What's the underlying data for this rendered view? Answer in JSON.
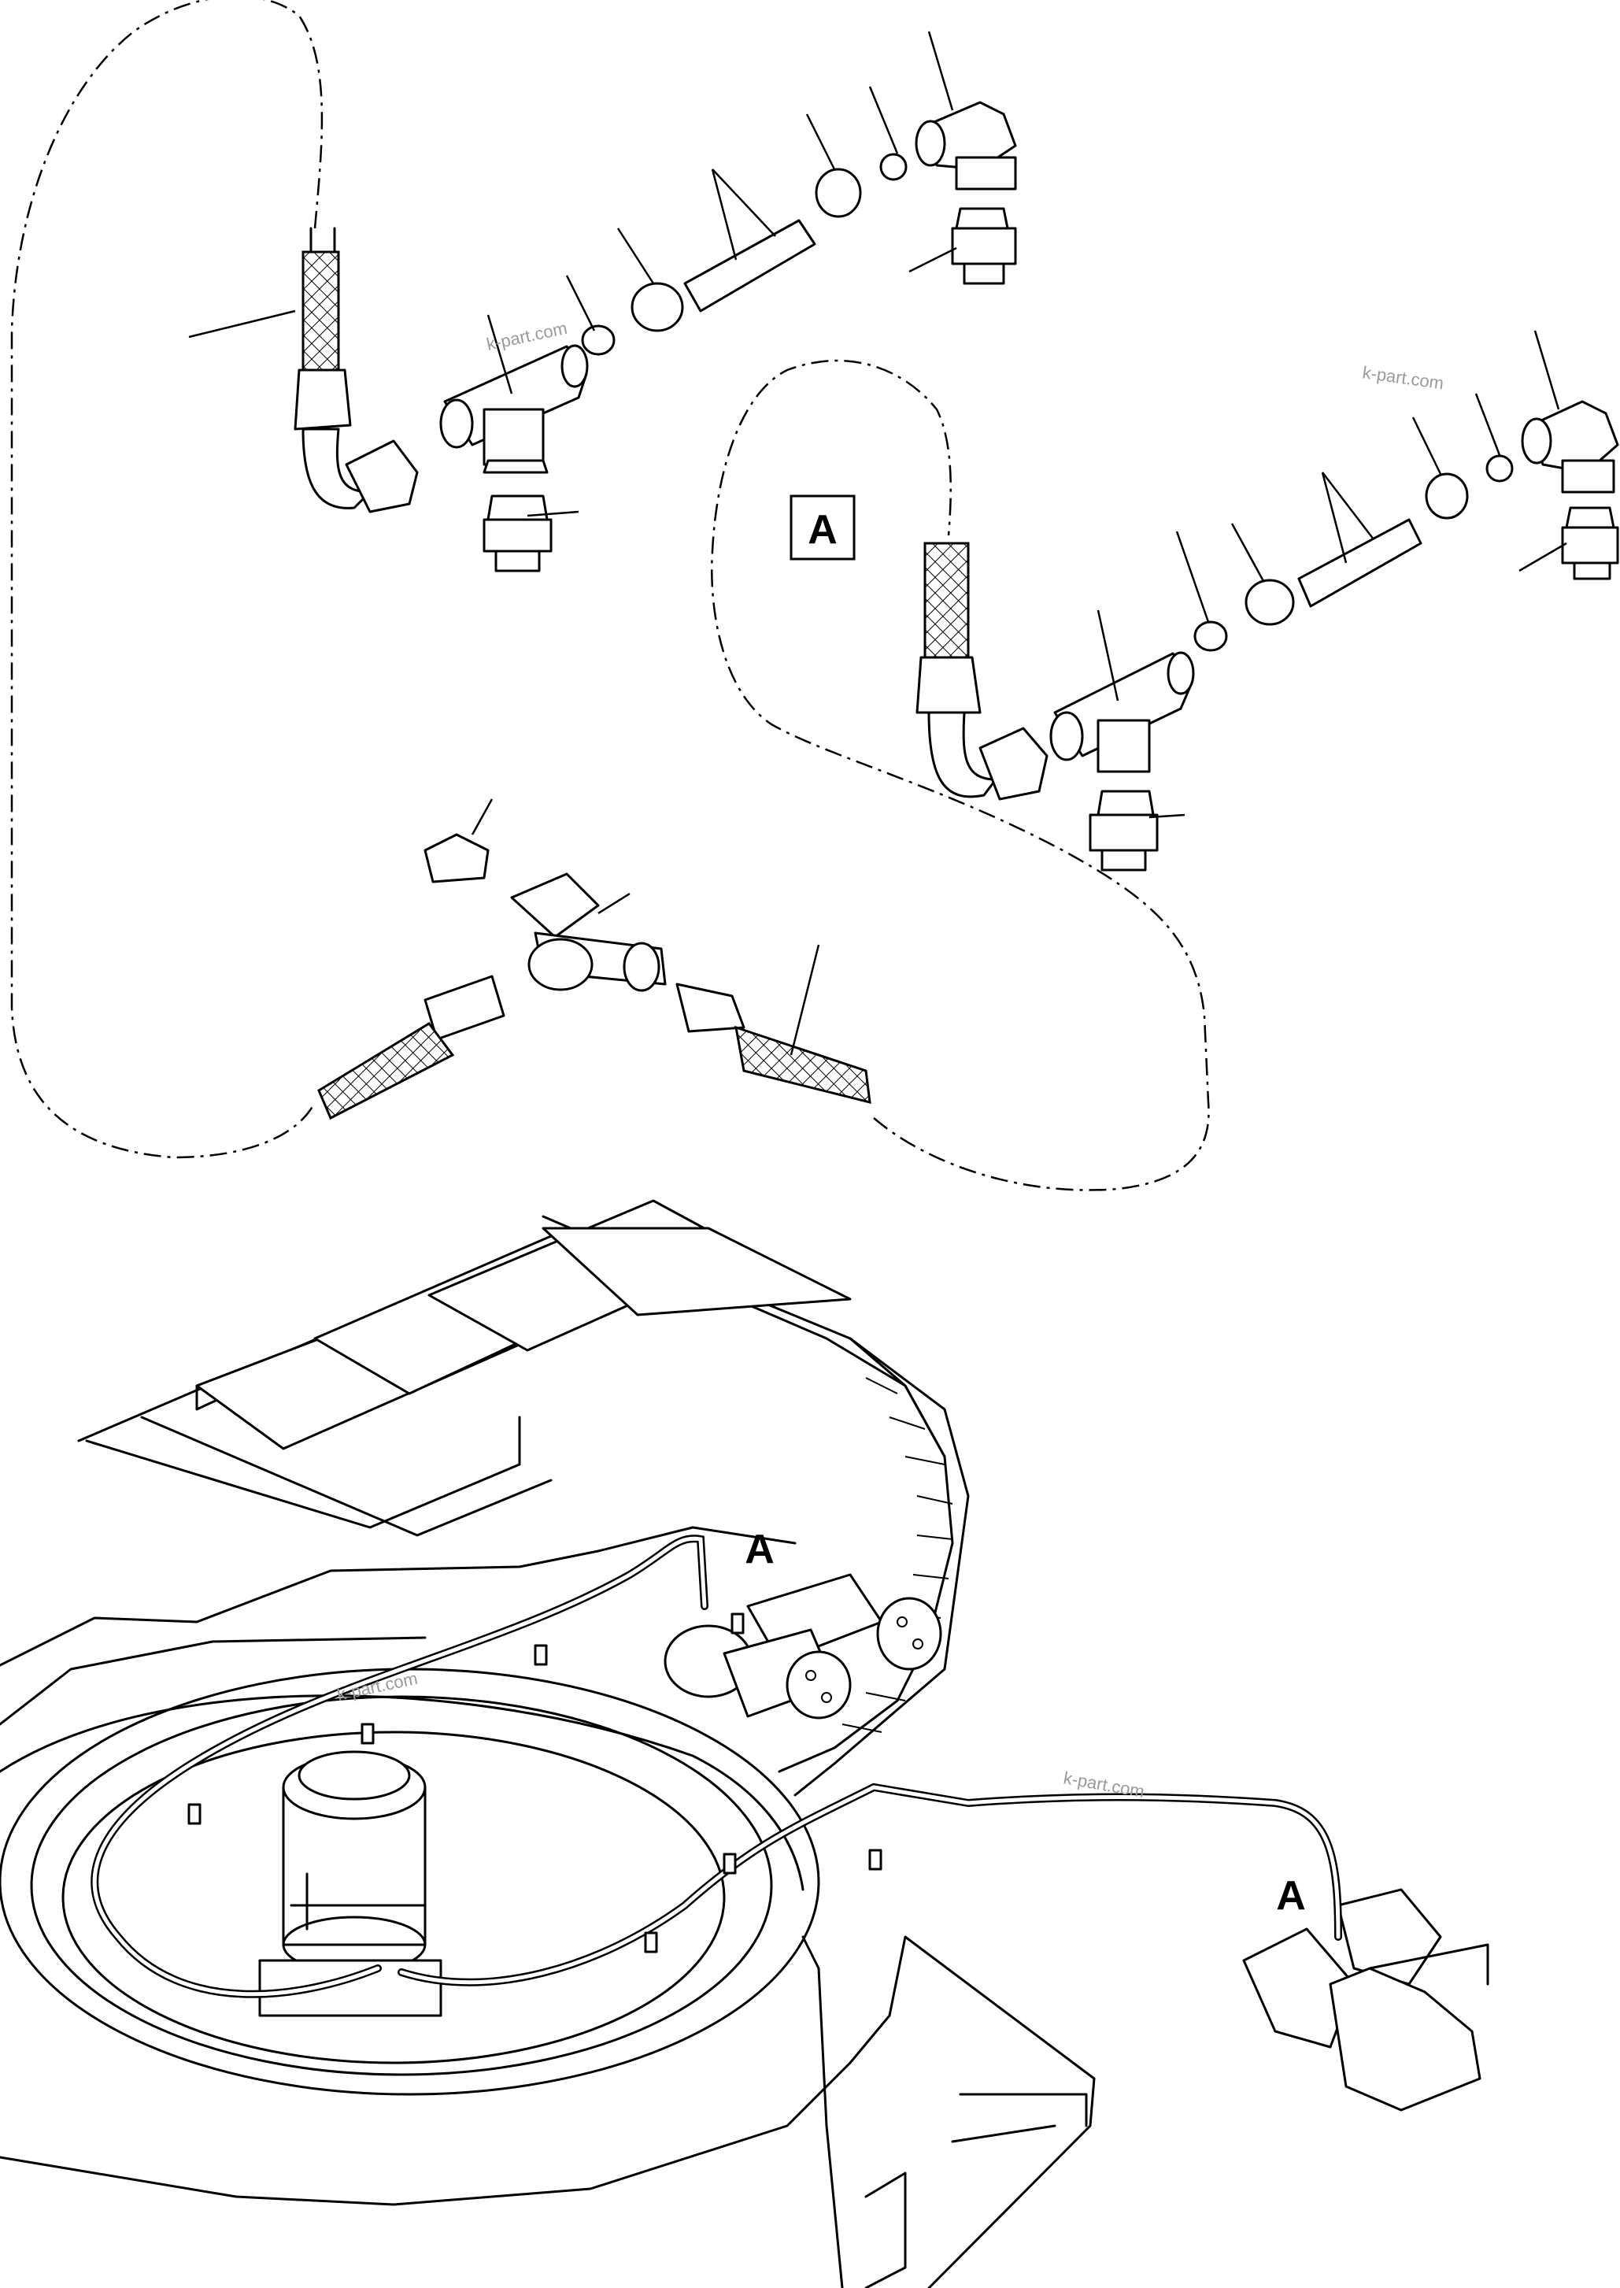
{
  "diagram": {
    "callout_boxed": "A",
    "callouts": [
      "A",
      "A"
    ],
    "watermarks": [
      "k-part.com",
      "k-part.com",
      "k-part.com",
      "k-part.com"
    ]
  },
  "colors": {
    "line": "#000000",
    "background": "#ffffff",
    "watermark": "#9a9a9a"
  }
}
